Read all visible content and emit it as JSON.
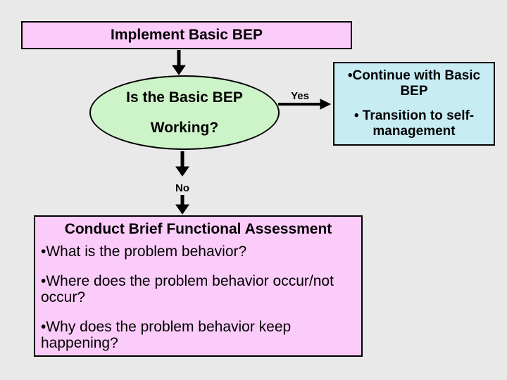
{
  "colors": {
    "background": "#e8e9e8",
    "pink": "#fbccf9",
    "green": "#cdf3c8",
    "blue": "#c8ecf4",
    "border": "#000000"
  },
  "flowchart": {
    "start_box": {
      "label": "Implement Basic BEP"
    },
    "decision_ellipse": {
      "line1": "Is the Basic BEP",
      "line2": "Working?"
    },
    "yes_branch": {
      "label": "Yes",
      "outcome_box": {
        "item1": {
          "line1": "•Continue with Basic",
          "line2": "BEP"
        },
        "item2": {
          "line1": "• Transition to self-",
          "line2": "management"
        }
      }
    },
    "no_branch": {
      "label": "No",
      "assessment_box": {
        "title": "Conduct Brief Functional Assessment",
        "bullets": [
          "•What is the problem behavior?",
          "•Where does the problem behavior occur/not occur?",
          "•Why does the problem behavior keep happening?"
        ]
      }
    }
  }
}
